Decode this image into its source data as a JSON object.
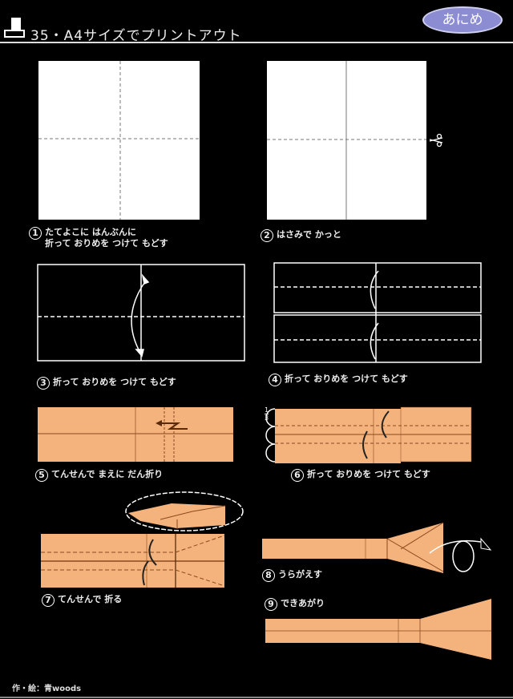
{
  "header": {
    "title": "35・A4サイズでプリントアウト",
    "badge": "あにめ",
    "icon": "printer-icon"
  },
  "steps": [
    {
      "num": "1",
      "lines": [
        "たてよこに はんぶんに",
        "折って おりめを つけて もどす"
      ]
    },
    {
      "num": "2",
      "lines": [
        "はさみで かっと"
      ]
    },
    {
      "num": "3",
      "lines": [
        "折って おりめを つけて もどす"
      ]
    },
    {
      "num": "4",
      "lines": [
        "折って おりめを つけて もどす"
      ]
    },
    {
      "num": "5",
      "lines": [
        "てんせんで まえに だん折り"
      ]
    },
    {
      "num": "6",
      "lines": [
        "折って おりめを つけて もどす"
      ]
    },
    {
      "num": "7",
      "lines": [
        "てんせんで 折る"
      ]
    },
    {
      "num": "8",
      "lines": [
        "うらがえす"
      ]
    },
    {
      "num": "9",
      "lines": [
        "できあがり"
      ]
    }
  ],
  "fraction_label": {
    "top": "1",
    "bottom": "3"
  },
  "credit": "作・絵：青woods",
  "colors": {
    "paper": "#f4b37c",
    "crease": "#8a4a1e",
    "badge": "#8c8cd2"
  }
}
